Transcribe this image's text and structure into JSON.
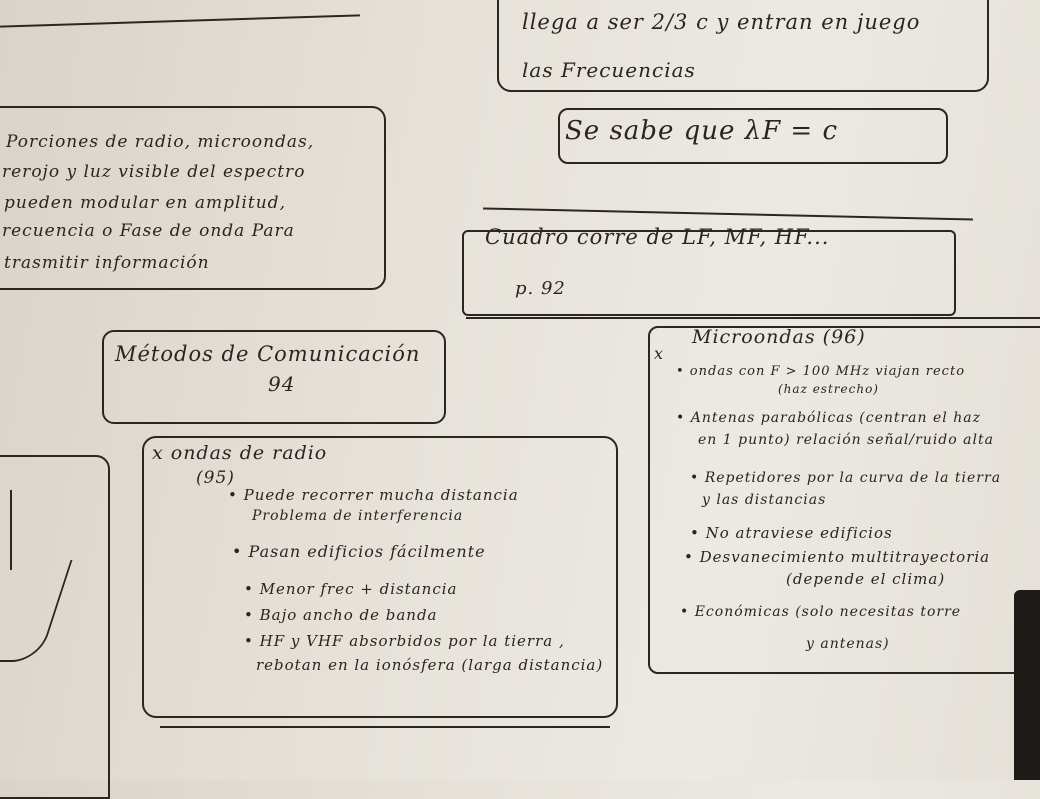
{
  "top_right_box": {
    "line1": "llega a ser 2/3 c y entran en juego",
    "line2": "las Frecuencias"
  },
  "formula_box": {
    "text": "Se sabe que λF = c"
  },
  "cuadro_box": {
    "line1": "Cuadro corre de LF, MF, HF...",
    "line2": "p. 92"
  },
  "left_box": {
    "lines": [
      "Porciones de radio, microondas,",
      "rerojo y luz visible del espectro",
      "pueden modular en amplitud,",
      "recuencia o Fase de onda Para",
      "trasmitir información"
    ]
  },
  "metodos_box": {
    "line1": "Métodos de Comunicación",
    "line2": "94"
  },
  "ondas_box": {
    "title": "x ondas de radio",
    "page": "(95)",
    "items": [
      "• Puede recorrer mucha distancia",
      "Problema de interferencia",
      "• Pasan edificios fácilmente",
      "• Menor frec + distancia",
      "• Bajo ancho de banda",
      "• HF y VHF absorbidos por la tierra ,",
      "rebotan en la ionósfera (larga distancia)"
    ]
  },
  "micro_box": {
    "marker": "x",
    "title": "Microondas (96)",
    "items": [
      "• ondas con F > 100 MHz viajan recto",
      "(haz estrecho)",
      "• Antenas parabólicas (centran el haz",
      "en 1 punto) relación señal/ruido alta",
      "• Repetidores por la curva de la tierra",
      "y las distancias",
      "• No atraviese edificios",
      "• Desvanecimiento multitrayectoria",
      "(depende el clima)",
      "• Económicas (solo necesitas torre",
      "y antenas)"
    ]
  }
}
